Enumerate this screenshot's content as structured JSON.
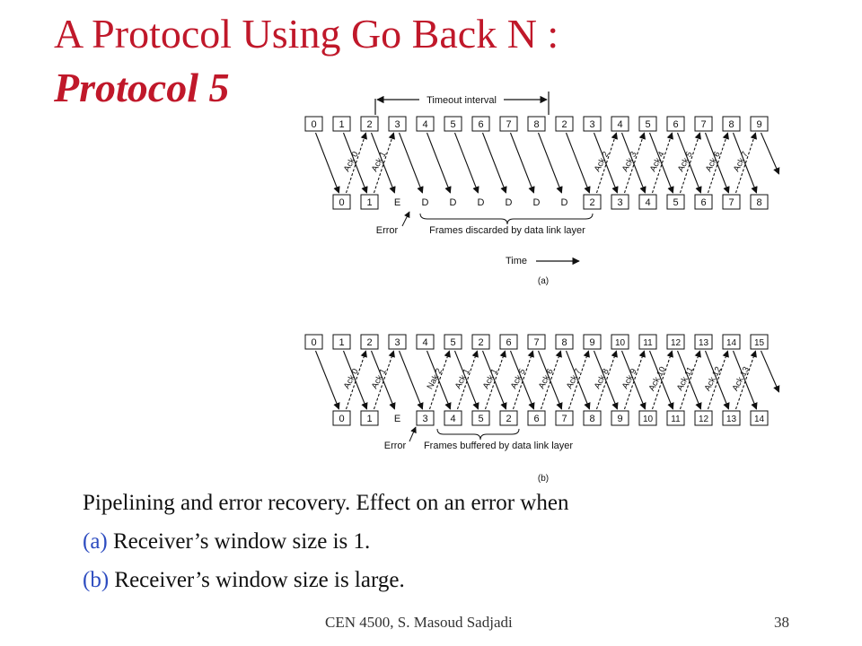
{
  "slide": {
    "title_line1": "A Protocol Using Go Back N :",
    "title_line2": "Protocol 5",
    "caption": {
      "line1": "Pipelining and error recovery.  Effect on an error when",
      "a_label": "(a)",
      "a_text": "Receiver’s window size is 1.",
      "b_label": "(b)",
      "b_text": "Receiver’s window size is large."
    },
    "footer_credit": "CEN 4500, S. Masoud Sadjadi",
    "page_number": "38"
  },
  "diagram_a": {
    "timeout_label": "Timeout interval",
    "sender_frames": [
      "0",
      "1",
      "2",
      "3",
      "4",
      "5",
      "6",
      "7",
      "8",
      "2",
      "3",
      "4",
      "5",
      "6",
      "7",
      "8",
      "9"
    ],
    "receiver": [
      "0",
      "1",
      "E",
      "D",
      "D",
      "D",
      "D",
      "D",
      "D",
      "2",
      "3",
      "4",
      "5",
      "6",
      "7",
      "8"
    ],
    "acks": [
      "Ack 0",
      "Ack 1",
      "Ack 2",
      "Ack 3",
      "Ack 4",
      "Ack 5",
      "Ack 6",
      "Ack 7"
    ],
    "error_label": "Error",
    "discard_label": "Frames discarded by data link layer",
    "time_label": "Time",
    "panel_label": "(a)"
  },
  "diagram_b": {
    "sender_frames": [
      "0",
      "1",
      "2",
      "3",
      "4",
      "5",
      "2",
      "6",
      "7",
      "8",
      "9",
      "10",
      "11",
      "12",
      "13",
      "14",
      "15"
    ],
    "receiver": [
      "0",
      "1",
      "E",
      "3",
      "4",
      "5",
      "2",
      "6",
      "7",
      "8",
      "9",
      "10",
      "11",
      "12",
      "13",
      "14"
    ],
    "acks": [
      "Ack 0",
      "Ack 1",
      "Nak 2",
      "Ack 1",
      "Ack 1",
      "Ack 5",
      "Ack 6",
      "Ack 7",
      "Ack 8",
      "Ack 9",
      "Ack 10",
      "Ack 11",
      "Ack 12",
      "Ack 13"
    ],
    "error_label": "Error",
    "buffer_label": "Frames buffered by data link layer",
    "panel_label": "(b)"
  }
}
